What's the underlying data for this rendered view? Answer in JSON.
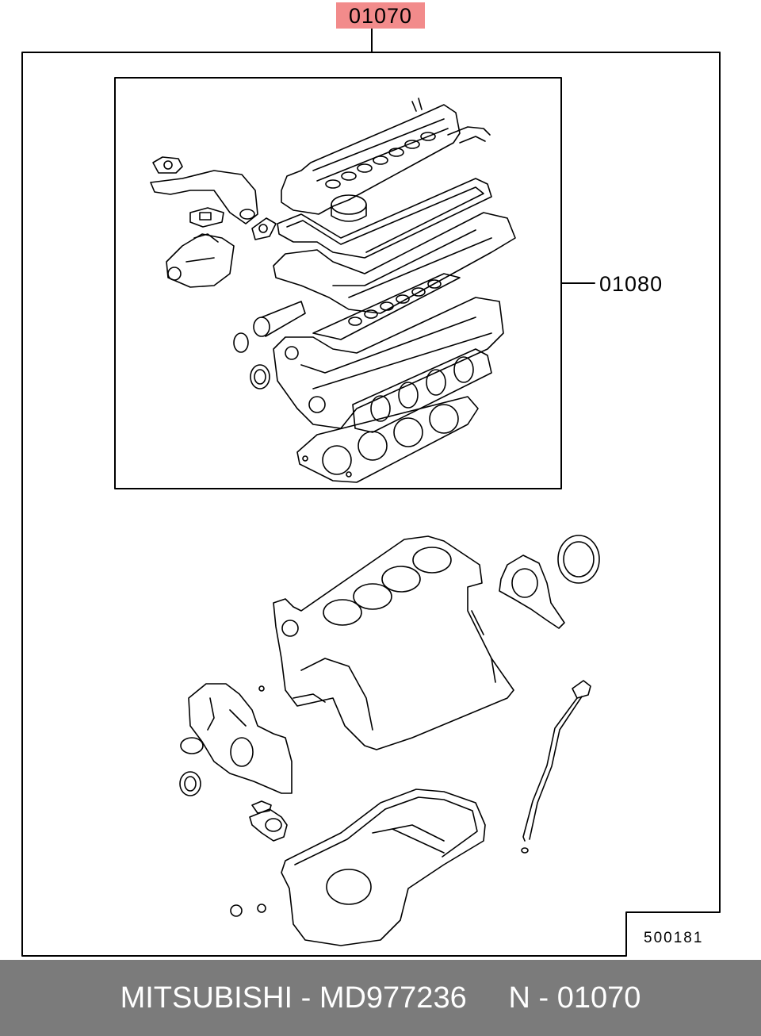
{
  "diagram": {
    "callout_main": "01070",
    "callout_sub": "01080",
    "drawing_number": "500181",
    "highlight_color": "#f28b8b"
  },
  "footer": {
    "brand": "MITSUBISHI",
    "sep1": " - ",
    "part_number": "MD977236",
    "gap": "     ",
    "ref_prefix": "N",
    "sep2": " - ",
    "ref_number": "01070",
    "background": "#7b7b7b"
  }
}
